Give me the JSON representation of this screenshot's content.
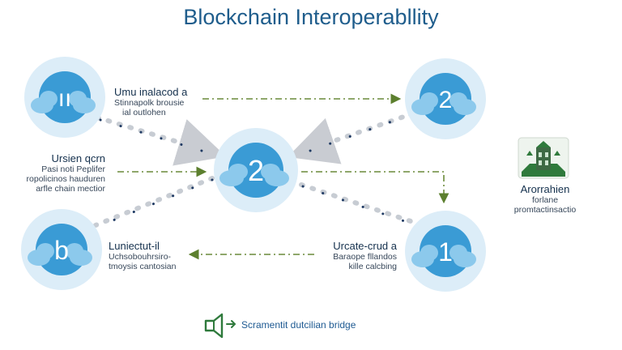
{
  "title": "Blockchain Interoperabllity",
  "nodes": {
    "top_left": {
      "glyph": "ıı"
    },
    "top_right": {
      "glyph": "2"
    },
    "center": {
      "glyph": "2"
    },
    "bottom_left": {
      "glyph": "b"
    },
    "bottom_right": {
      "glyph": "1"
    }
  },
  "labels": {
    "top_center": {
      "heading": "Umu inalacod a",
      "lines": [
        "Stinnapolk brousie",
        "ial outlohen"
      ]
    },
    "middle_left": {
      "heading": "Ursien qcrn",
      "lines": [
        "Pasi noti Peplifer",
        "ropolicinos hauduren",
        "arfle chain mectior"
      ]
    },
    "bottom_left": {
      "heading": "Luniectut-il",
      "lines": [
        "Uchsobouhrsiro-",
        "tmoysis cantosian"
      ]
    },
    "bottom_right": {
      "heading": "Urcate-crud a",
      "lines": [
        "Baraope fllandos",
        "kille calcbing"
      ]
    },
    "right_panel": {
      "heading": "Arorrahien",
      "lines": [
        "forlane",
        "promtactinsactio"
      ]
    }
  },
  "footer": {
    "text": "Scramentit dutcilian bridge"
  },
  "colors": {
    "title": "#1f5d8c",
    "node_outer": "#dcedf8",
    "node_inner": "#3a9bd5",
    "cloud": "#8cc9ec",
    "arrow_green": "#6a8a3a",
    "dots_dark": "#1f3a63",
    "accent_green": "#2f7a3c"
  },
  "icons": [
    "building-icon",
    "megaphone-icon",
    "arrow-icon"
  ]
}
